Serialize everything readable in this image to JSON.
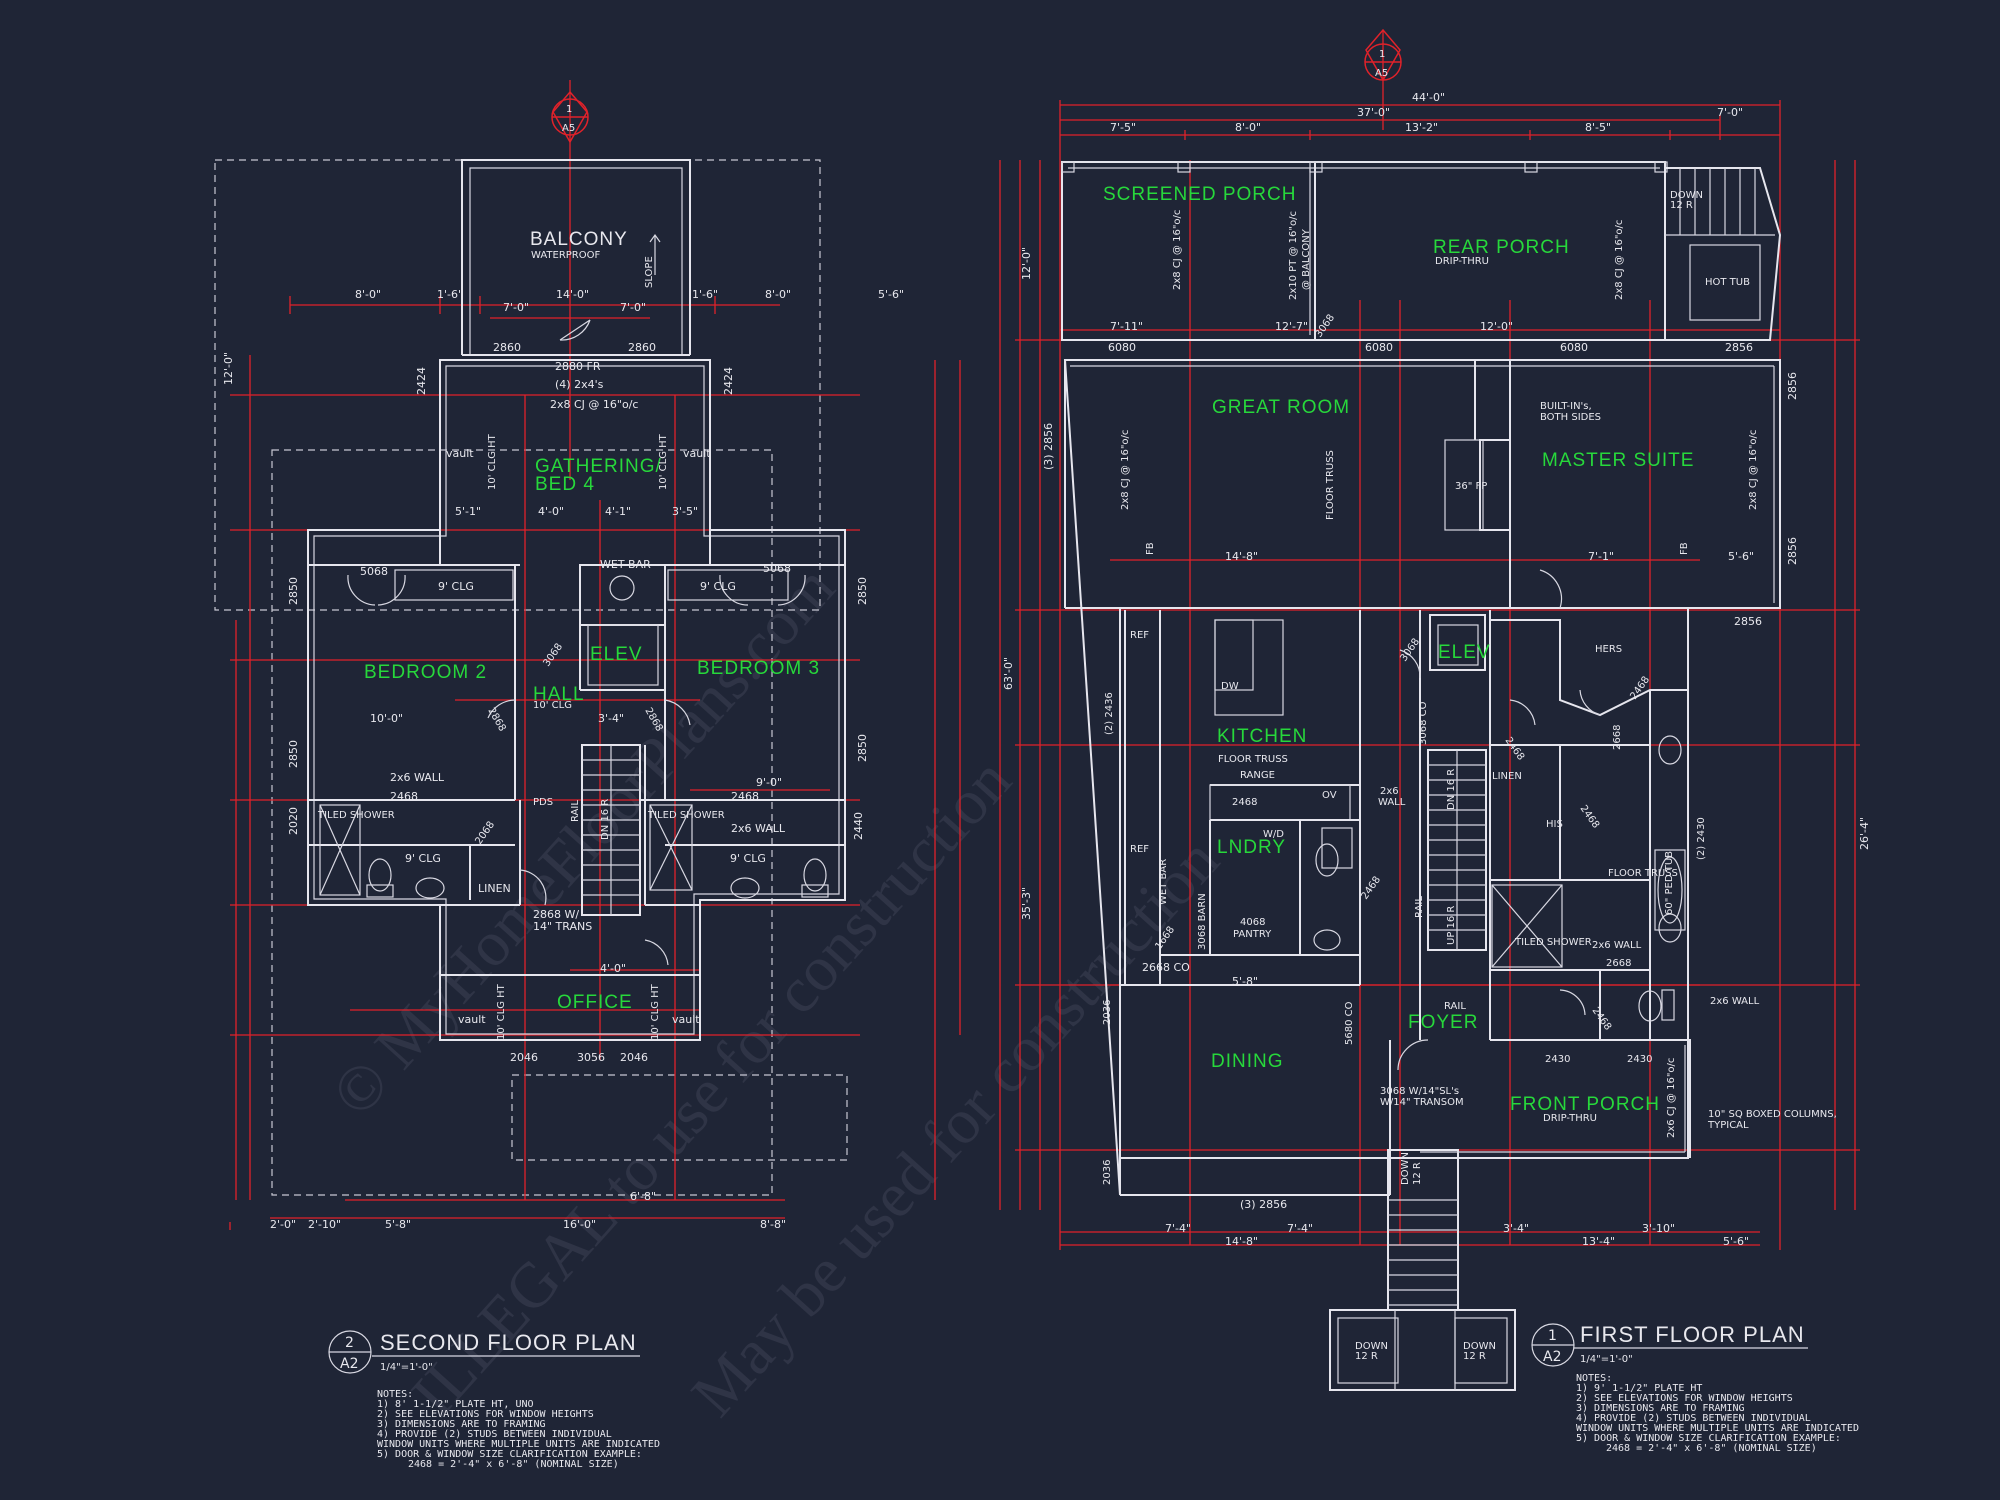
{
  "watermark": {
    "line1": "© MyHomeFloorPlans.com",
    "line2": "ILLEGAL to use for construction",
    "line3": "May be used for construction"
  },
  "second_floor": {
    "section_marker": {
      "num": "1",
      "sheet": "A5"
    },
    "title": {
      "num": "2",
      "sheet": "A2",
      "text": "SECOND FLOOR PLAN",
      "scale": "1/4\"=1'-0\""
    },
    "rooms": {
      "balcony": "BALCONY",
      "balcony_sub": "WATERPROOF",
      "slope": "SLOPE",
      "gathering_1": "GATHERING/",
      "gathering_2": "BED 4",
      "bedroom2": "BEDROOM 2",
      "bedroom3": "BEDROOM 3",
      "elev": "ELEV",
      "hall": "HALL",
      "office": "OFFICE"
    },
    "labels": {
      "d2880fr": "2880 FR",
      "studs": "(4) 2x4's",
      "cj": "2x8 CJ @ 16\"o/c",
      "clg10a": "10' CLG HT",
      "clg10b": "10' CLG HT",
      "vaultL": "vault",
      "vaultR": "vault",
      "wetbar": "WET BAR",
      "clg9a": "9' CLG",
      "clg9b": "9' CLG",
      "d5068a": "5068",
      "d5068b": "5068",
      "d3068": "3068",
      "hallclg": "10' CLG",
      "d2868a": "2868",
      "d2868b": "2868",
      "wall2x6a": "2x6 WALL",
      "wall2x6b": "2x6 WALL",
      "d2468a": "2468",
      "d2468b": "2468",
      "pds": "PDS",
      "rail": "RAIL",
      "dn": "DN 16 R",
      "tiledA": "TILED SHOWER",
      "tiledB": "TILED SHOWER",
      "clg9c": "9' CLG",
      "clg9d": "9' CLG",
      "d2068": "2068",
      "linen": "LINEN",
      "d2868w": "2868 W/",
      "trans": "14\" TRANS",
      "d2860a": "2860",
      "d2860b": "2860",
      "d2424a": "2424",
      "d2424b": "2424",
      "d2850a": "2850",
      "d2850b": "2850",
      "d2850c": "2850",
      "d2850d": "2850",
      "d2020": "2020",
      "d2440": "2440",
      "clg10c": "10' CLG HT",
      "clg10d": "10' CLG HT",
      "vaultO1": "vault",
      "vaultO2": "vault",
      "d2046a": "2046",
      "d3056": "3056",
      "d2046b": "2046"
    },
    "dims": [
      "8'-0\"",
      "1'-6\"",
      "14'-0\"",
      "1'-6\"",
      "8'-0\"",
      "5'-6\"",
      "7'-0\"",
      "7'-0\"",
      "10'-0\"",
      "12'-0\"",
      "5'-1\"",
      "4'-0\"",
      "4'-1\"",
      "3'-5\"",
      "9'-0\"",
      "2'-0\"",
      "2'-10\"",
      "5'-8\"",
      "16'-0\"",
      "8'-8\"",
      "6'-8\"",
      "4'-0\"",
      "3'-4\""
    ],
    "notes": [
      "NOTES:",
      "1) 8' 1-1/2\" PLATE HT, UNO",
      "2) SEE ELEVATIONS FOR WINDOW HEIGHTS",
      "3) DIMENSIONS ARE TO FRAMING",
      "4) PROVIDE (2) STUDS BETWEEN INDIVIDUAL",
      "WINDOW UNITS WHERE MULTIPLE UNITS ARE INDICATED",
      "5) DOOR & WINDOW SIZE CLARIFICATION EXAMPLE:",
      "2468 = 2'-4\" x 6'-8\" (NOMINAL SIZE)"
    ]
  },
  "first_floor": {
    "section_marker": {
      "num": "1",
      "sheet": "A5"
    },
    "title": {
      "num": "1",
      "sheet": "A2",
      "text": "FIRST FLOOR PLAN",
      "scale": "1/4\"=1'-0\""
    },
    "rooms": {
      "screened": "SCREENED PORCH",
      "rear": "REAR PORCH",
      "rear_sub": "DRIP-THRU",
      "great": "GREAT ROOM",
      "master": "MASTER SUITE",
      "kitchen": "KITCHEN",
      "elev": "ELEV",
      "laundry": "LNDRY",
      "dining": "DINING",
      "foyer": "FOYER",
      "front": "FRONT PORCH",
      "front_sub": "DRIP-THRU"
    },
    "labels": {
      "cj1": "2x8 CJ @ 16\"o/c",
      "pt": "2x10 PT @ 16\"o/c",
      "balc": "@ BALCONY",
      "cj2": "2x8 CJ @ 16\"o/c",
      "down": "DOWN",
      "down12": "12 R",
      "hottub": "HOT TUB",
      "d6080a": "6080",
      "d6080b": "6080",
      "d6080c": "6080",
      "d2856a": "2856",
      "d3068": "3068",
      "builtins": "BUILT-IN's,",
      "bothsides": "BOTH SIDES",
      "fp": "36\" FP",
      "floortruss": "FLOOR TRUSS",
      "cj3": "2x8 CJ @ 16\"o/c",
      "cj4": "2x8 CJ @ 16\"o/c",
      "fbL": "FB",
      "fbR": "FB",
      "d3_2856": "(3) 2856",
      "d2856b": "2856",
      "d2856c": "2856",
      "d2856d": "2856",
      "ref": "REF",
      "dw": "DW",
      "d2_2436": "(2) 2436",
      "ft2": "FLOOR TRUSS",
      "range": "RANGE",
      "ov": "OV",
      "wd": "W/D",
      "wall2x6": "2x6",
      "wallw": "WALL",
      "ref2": "REF",
      "wetbar": "WET BAR",
      "d4068": "4068",
      "pantry": "PANTRY",
      "barn": "3068 BARN",
      "d1668": "1668",
      "d2668co": "2668 CO",
      "d3068b": "3068",
      "d3068co": "3068 CO",
      "dnr": "DN 16 R",
      "upr": "UP 16 R",
      "rail": "RAIL",
      "rail2": "RAIL",
      "hers": "HERS",
      "his": "HIS",
      "linen": "LINEN",
      "d2468a": "2468",
      "d2468b": "2468",
      "d2468c": "2468",
      "d2668": "2668",
      "d2668b": "2668",
      "ft3": "FLOOR TRUSS",
      "tub": "60\" PED TUB",
      "tiled": "TILED SHOWER",
      "w2x6a": "2x6 WALL",
      "w2x6b": "2x6 WALL",
      "d2_2430": "(2) 2430",
      "d2036a": "2036",
      "d2036b": "2036",
      "d5680": "5680 CO",
      "d3068sl": "3068 W/14\"SL's",
      "trans": "W/14\" TRANSOM",
      "d2430a": "2430",
      "d2430b": "2430",
      "d2_2416": "2x6 CJ @ 16\"o/c",
      "cols1": "10\" SQ BOXED COLUMNS,",
      "cols2": "TYPICAL",
      "d3_2856b": "(3) 2856",
      "down2": "DOWN",
      "downR": "DOWN",
      "downL": "DOWN",
      "r12a": "12 R",
      "r12b": "12 R",
      "r12c": "12 R",
      "d2468d": "2468",
      "d2468e": "2468",
      "d2468f": "2468"
    },
    "dims": [
      "44'-0\"",
      "37'-0\"",
      "7'-0\"",
      "7'-5\"",
      "8'-0\"",
      "13'-2\"",
      "8'-5\"",
      "7'-11\"",
      "12'-7\"",
      "12'-0\"",
      "14'-8\"",
      "7'-1\"",
      "5'-6\"",
      "5'-8\"",
      "7'-4\"",
      "14'-8\"",
      "7'-4\"",
      "3'-4\"",
      "13'-4\"",
      "3'-10\"",
      "5'-6\"",
      "63'-0\"",
      "12'-0\"",
      "35'-3\"",
      "26'-4\""
    ],
    "notes": [
      "NOTES:",
      "1) 9' 1-1/2\" PLATE HT",
      "2) SEE ELEVATIONS FOR WINDOW HEIGHTS",
      "3) DIMENSIONS ARE TO FRAMING",
      "4) PROVIDE (2) STUDS BETWEEN INDIVIDUAL",
      "WINDOW UNITS WHERE MULTIPLE UNITS ARE INDICATED",
      "5) DOOR & WINDOW SIZE CLARIFICATION EXAMPLE:",
      "2468 = 2'-4\" x 6'-8\" (NOMINAL SIZE)"
    ]
  },
  "colors": {
    "background": "#1f2536",
    "walls": "#e6e6ee",
    "dimension_lines": "#e0222a",
    "room_labels": "#27d83b"
  }
}
